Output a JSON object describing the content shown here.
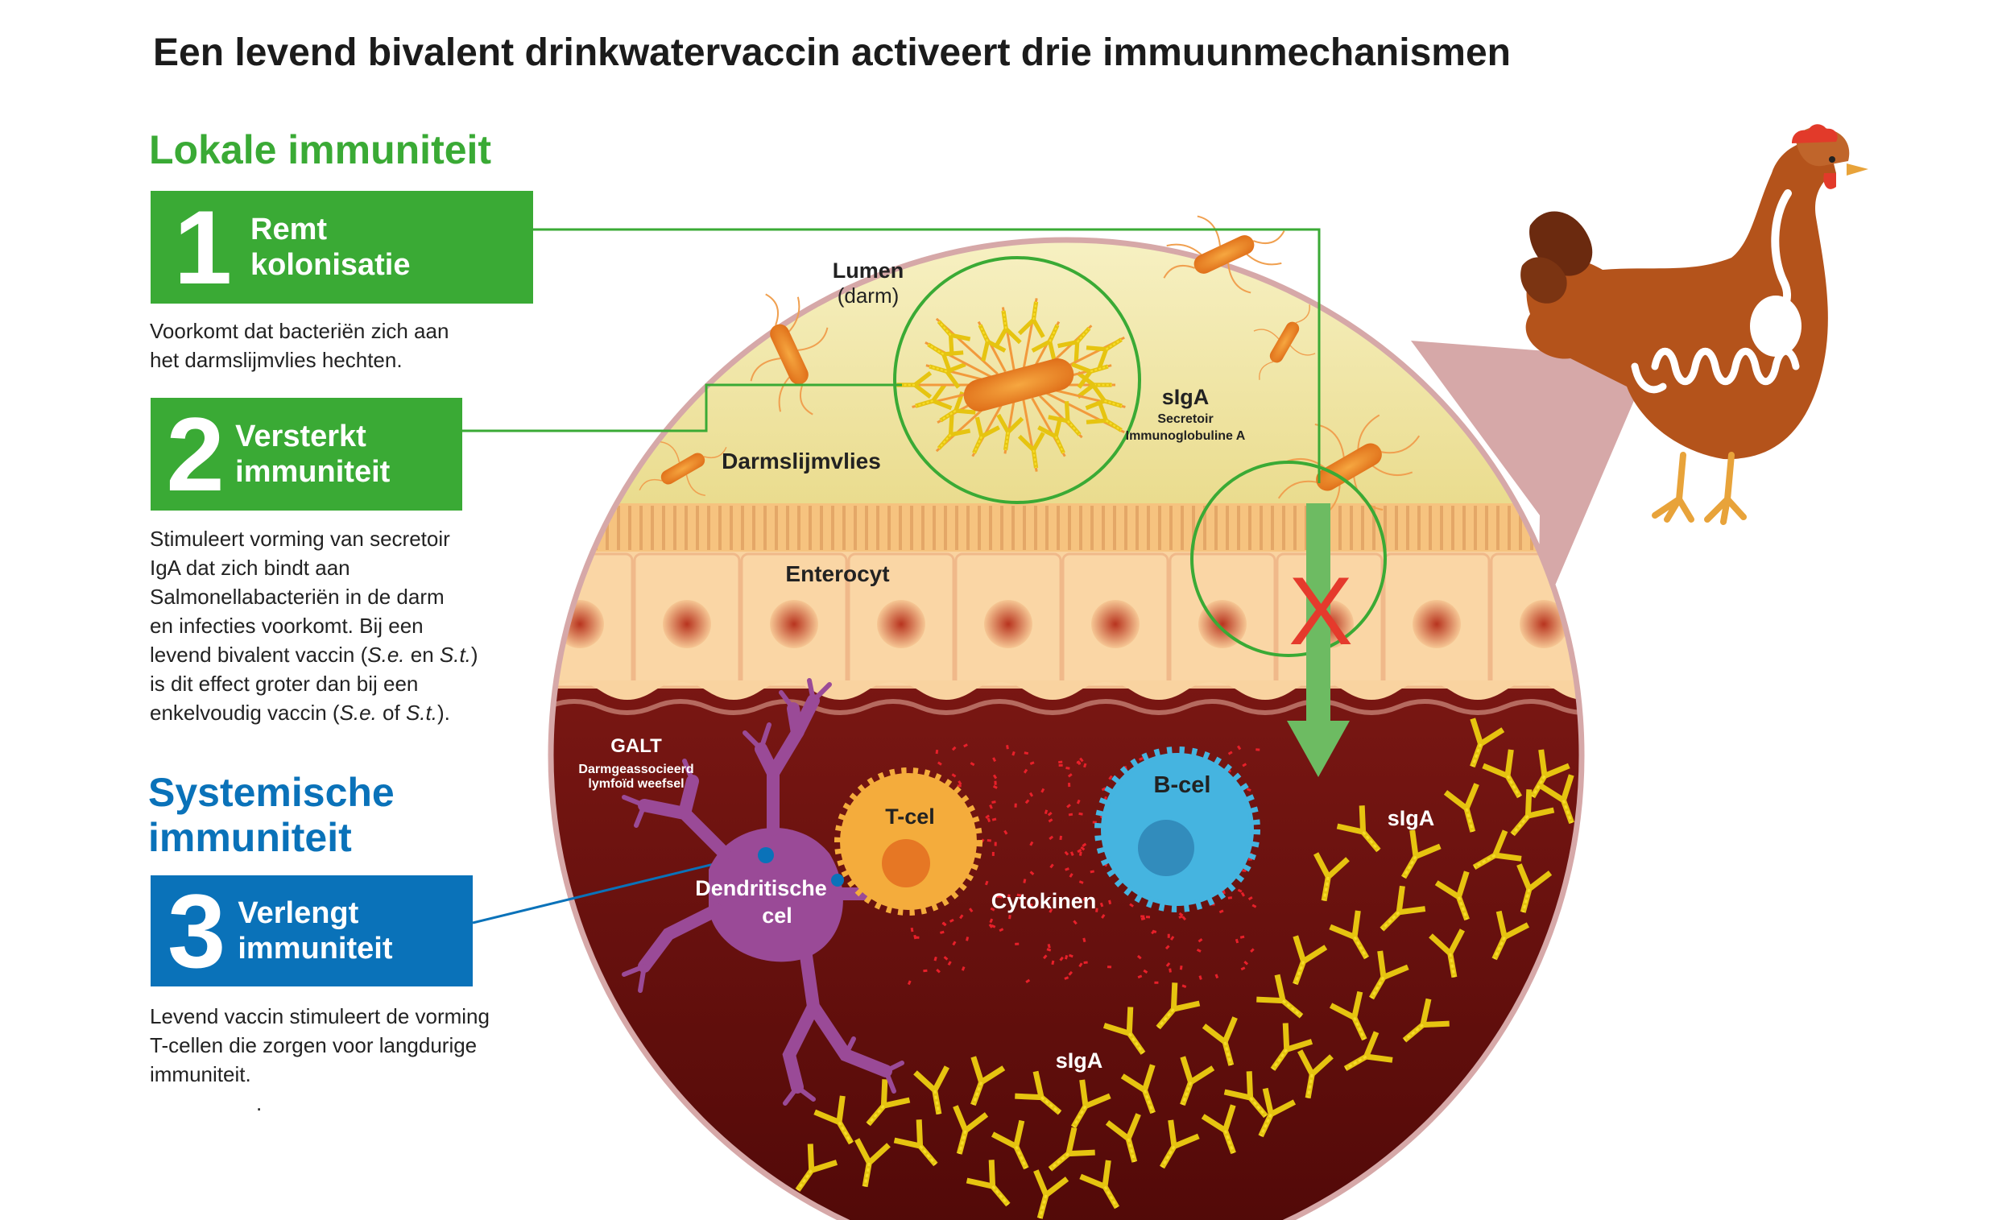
{
  "title": "Een levend bivalent drinkwatervaccin activeert drie immuunmechanismen",
  "local": {
    "heading": "Lokale immuniteit",
    "item1": {
      "number": "1",
      "label_line1": "Remt",
      "label_line2": "kolonisatie",
      "desc": [
        "Voorkomt dat bacteriën zich aan",
        "het darmslijmvlies hechten."
      ]
    },
    "item2": {
      "number": "2",
      "label_line1": "Versterkt",
      "label_line2": "immuniteit",
      "desc": {
        "l1": "Stimuleert vorming van secretoir",
        "l2": "IgA dat zich bindt aan",
        "l3": "Salmonellabacteriën in de darm",
        "l4": "en infecties voorkomt. Bij een",
        "l5a": "levend bivalent vaccin (",
        "l5b": "S.e.",
        "l5c": " en ",
        "l5d": "S.t.",
        "l5e": ")",
        "l6": "is dit effect groter dan bij een",
        "l7a": "enkelvoudig vaccin (",
        "l7b": "S.e.",
        "l7c": " of ",
        "l7d": "S.t.",
        "l7e": ")."
      }
    }
  },
  "systemic": {
    "heading_line1": "Systemische",
    "heading_line2": "immuniteit",
    "item3": {
      "number": "3",
      "label_line1": "Verlengt",
      "label_line2": "immuniteit",
      "desc": [
        "Levend vaccin stimuleert de vorming",
        "T-cellen die zorgen voor langdurige",
        "immuniteit."
      ],
      "dot": "."
    }
  },
  "diagram": {
    "lumen": "Lumen",
    "lumen_sub": "(darm)",
    "siga_top": "sIgA",
    "siga_top_sub1": "Secretoir",
    "siga_top_sub2": "Immunoglobuline A",
    "mucosa": "Darmslijmvlies",
    "enterocyte": "Enterocyt",
    "galt": "GALT",
    "galt_sub1": "Darmgeassocieerd",
    "galt_sub2": "lymfoïd weefsel",
    "tcell": "T-cel",
    "bcell": "B-cel",
    "dendritic1": "Dendritische",
    "dendritic2": "cel",
    "cytokines": "Cytokinen",
    "siga_mid": "sIgA",
    "siga_bottom": "sIgA",
    "block_mark": "X"
  },
  "colors": {
    "green": "#3aaa35",
    "blue": "#0a72b9",
    "lumen": "#f3e9a6",
    "enterocyte": "#f9d3a0",
    "tissue": "#8b1a17",
    "antibody": "#f2d21b",
    "bacteria": "#ef8a1e",
    "bcell": "#45b4e0",
    "tcell": "#f4ac3c",
    "dendritic": "#9a4a97",
    "hen": "#b4531b"
  }
}
